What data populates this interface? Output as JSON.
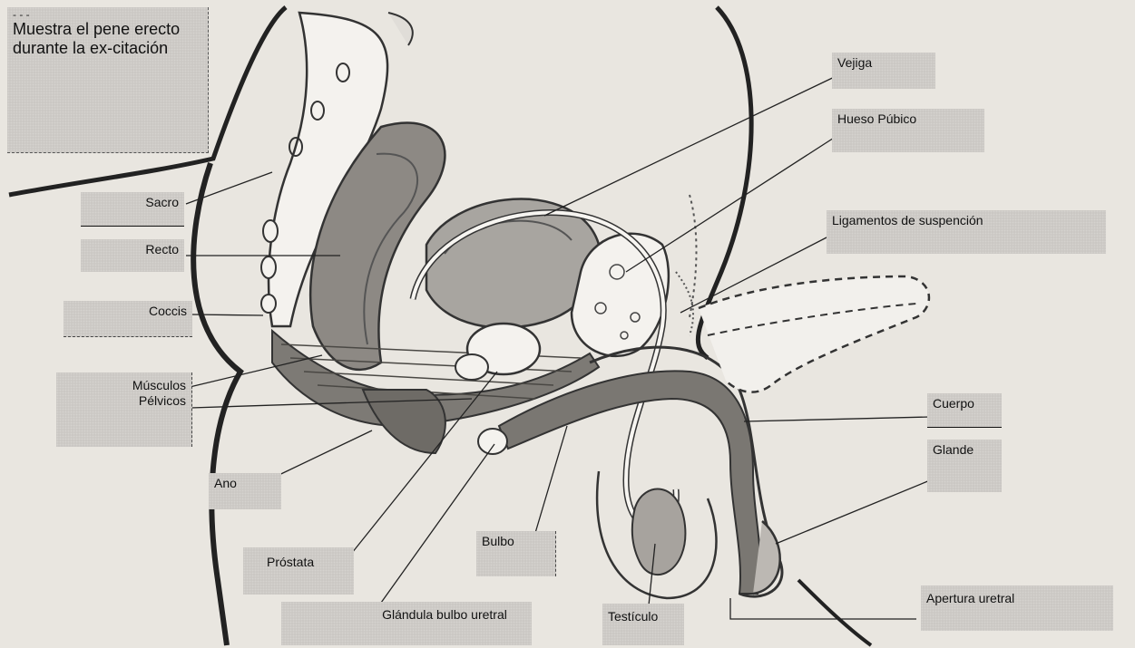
{
  "note": {
    "marker": "- - -",
    "text": "Muestra el pene erecto durante la ex-citación"
  },
  "labels": {
    "sacro": "Sacro",
    "recto": "Recto",
    "coccis": "Coccis",
    "musculos_line1": "Músculos",
    "musculos_line2": "Pélvicos",
    "ano": "Ano",
    "prostata": "Próstata",
    "glandula": "Glándula bulbo uretral",
    "bulbo": "Bulbo",
    "testiculo": "Testículo",
    "vejiga": "Vejiga",
    "hueso_pubico": "Hueso Púbico",
    "ligamentos": "Ligamentos de suspención",
    "cuerpo": "Cuerpo",
    "glande": "Glande",
    "apertura": "Apertura uretral"
  }
}
